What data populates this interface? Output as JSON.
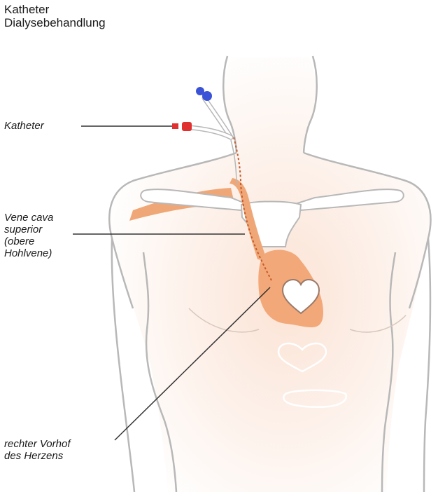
{
  "title": {
    "line1": "Katheter",
    "line2": "Dialysebehandlung"
  },
  "labels": {
    "catheter": "Katheter",
    "vena_cava": [
      "Vene cava",
      "superior",
      "(obere",
      "Hohlvene)"
    ],
    "atrium": [
      "rechter Vorhof",
      "des Herzens"
    ]
  },
  "colors": {
    "outline": "#b8b8b8",
    "skin": "#fbe9df",
    "vein": "#f0a777",
    "heart": "#f2a878",
    "bone": "#ffffff",
    "catheter": "#c65a2a",
    "blue_cap": "#3a52d6",
    "red_cap": "#e0302f",
    "leader_line": "#333333"
  },
  "icons": [
    "heart-icon",
    "catheter-blue-cap-icon",
    "catheter-red-cap-icon"
  ]
}
